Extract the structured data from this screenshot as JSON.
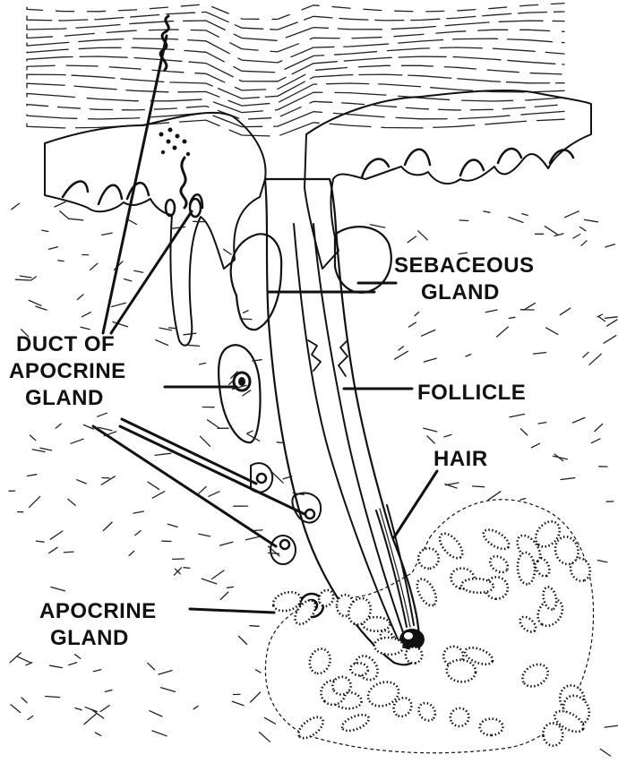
{
  "labels": {
    "sebaceous_1": "SEBACEOUS",
    "sebaceous_2": "GLAND",
    "follicle": "FOLLICLE",
    "hair": "HAIR",
    "duct_1": "DUCT OF",
    "duct_2": "APOCRINE",
    "duct_3": "GLAND",
    "apocrine_1": "APOCRINE",
    "apocrine_2": "GLAND"
  },
  "colors": {
    "ink": "#111111",
    "paper": "#ffffff"
  }
}
